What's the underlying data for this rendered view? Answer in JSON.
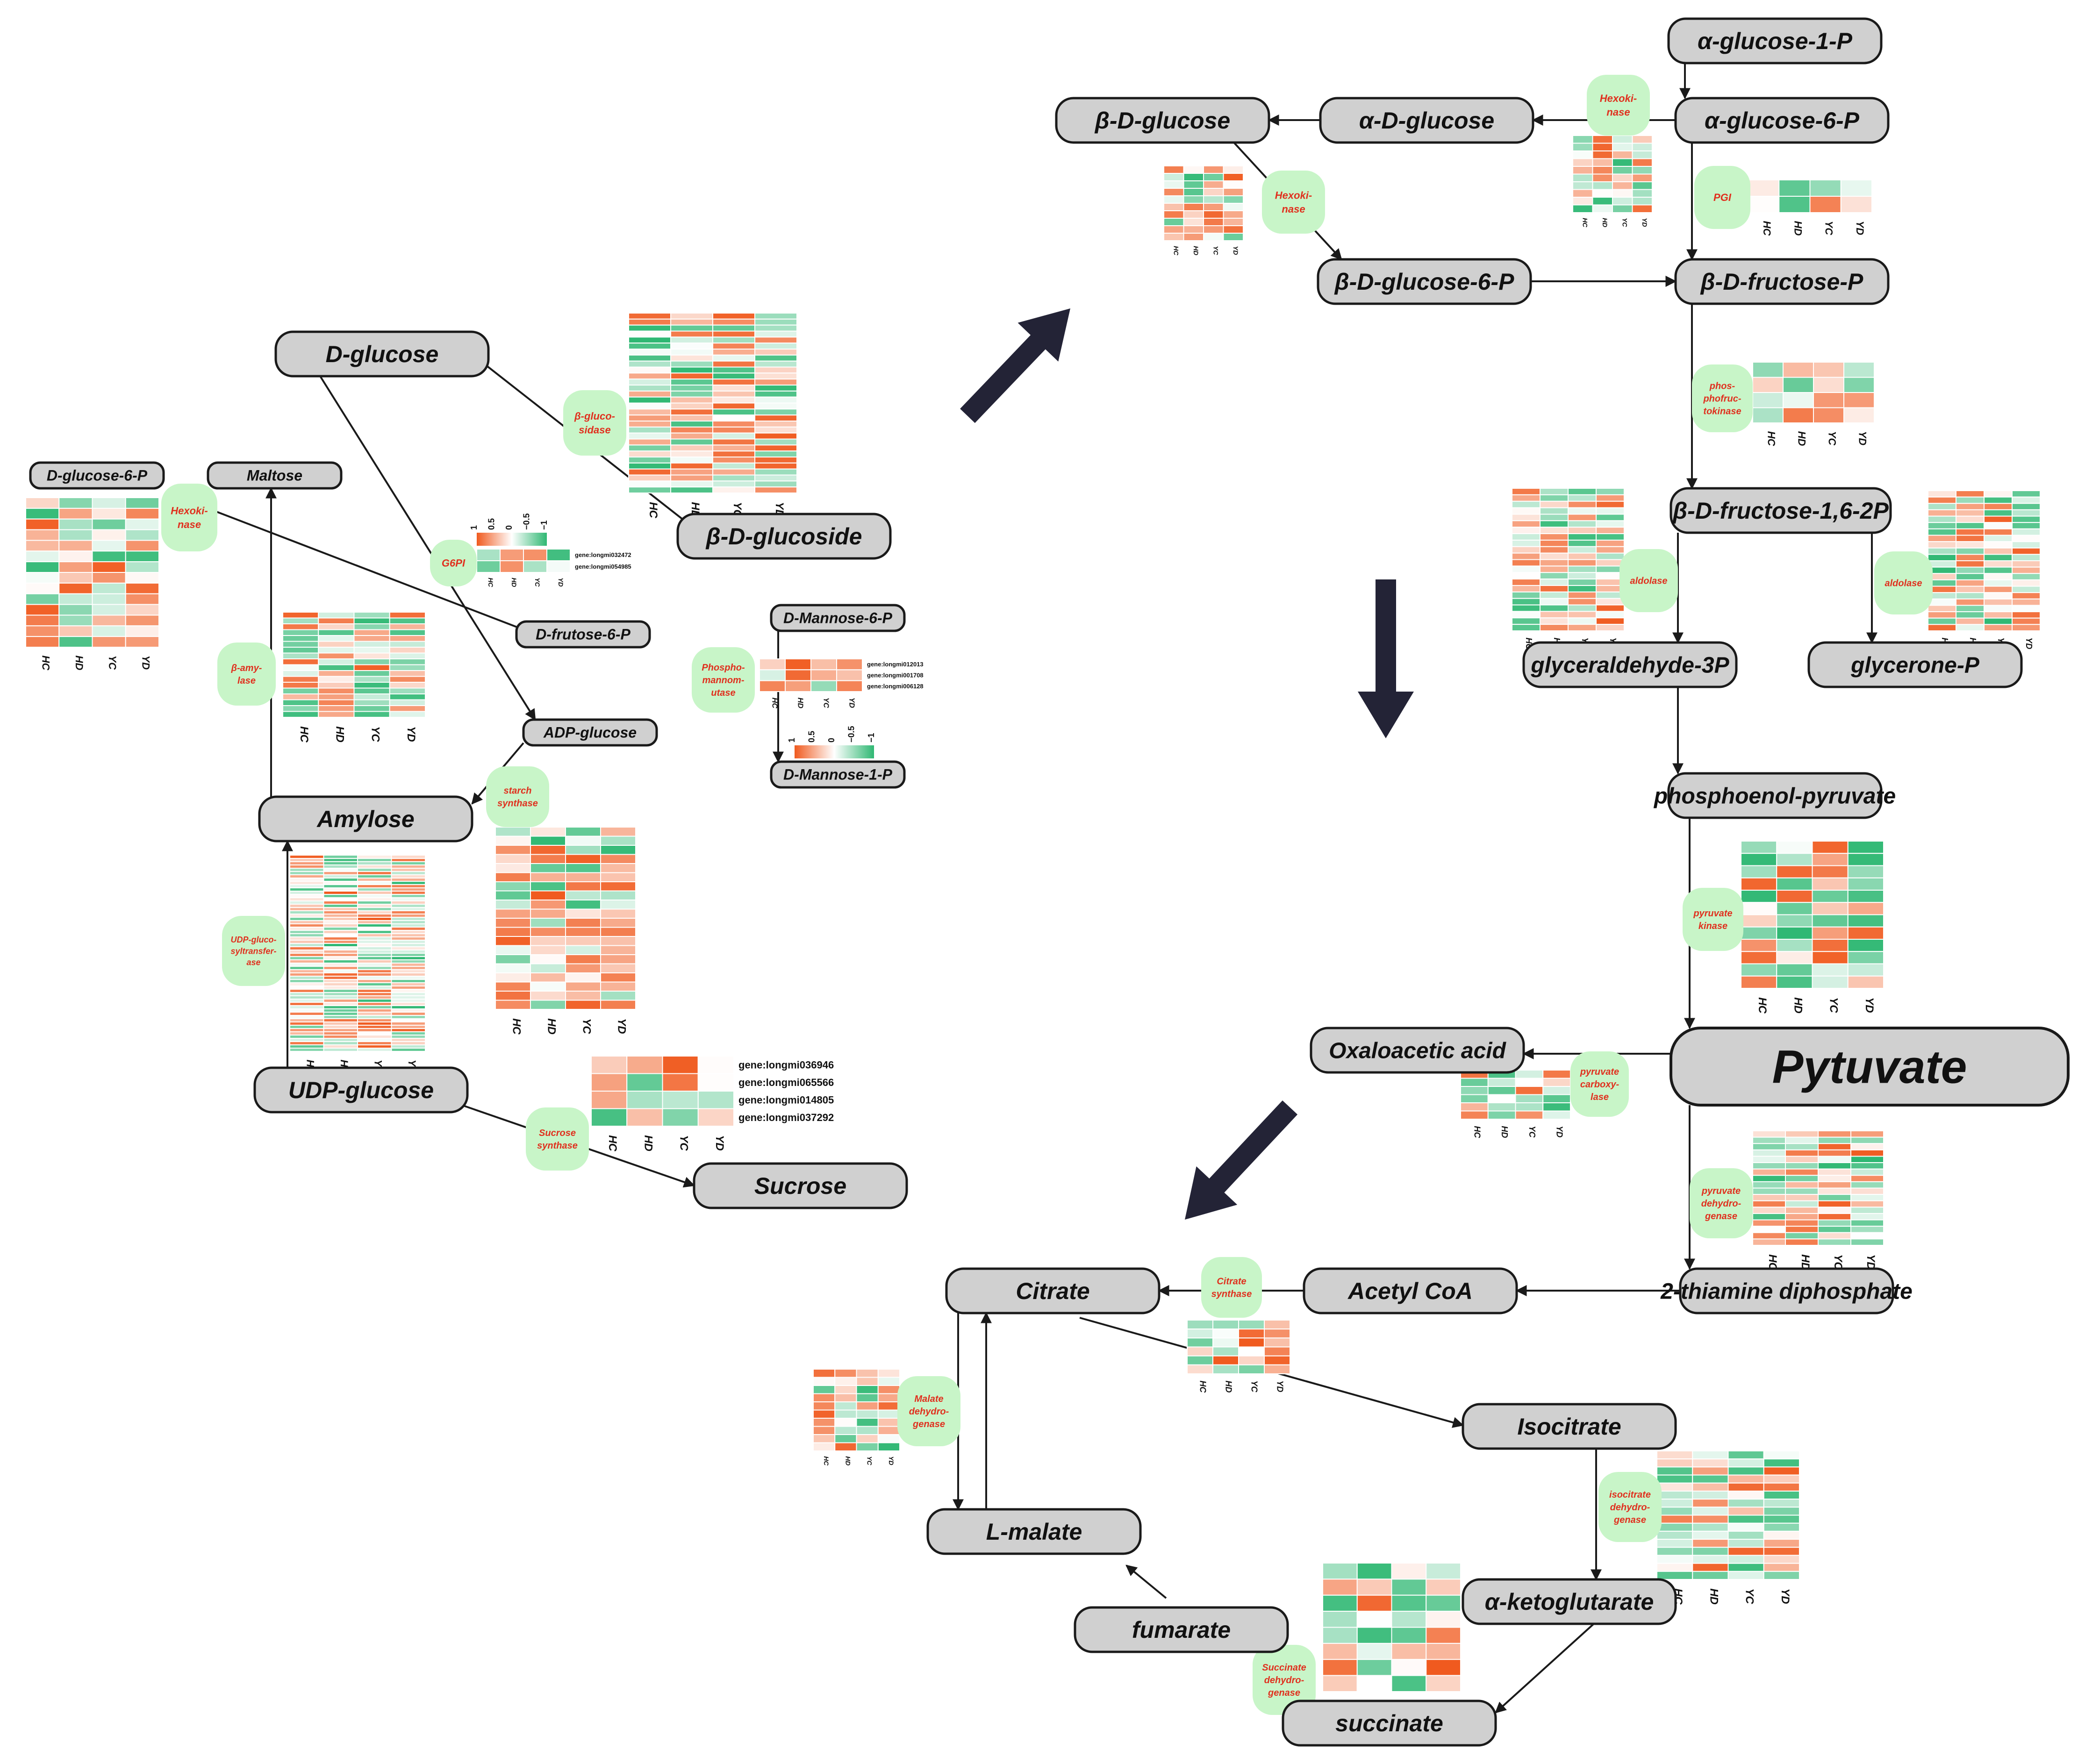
{
  "colors": {
    "high": "#f05a1e",
    "mid": "#ffffff",
    "low": "#2fb873",
    "node_fill": "#d0d0d0",
    "enzyme_fill": "#c8f5c8",
    "enzyme_text": "#e0301e",
    "arrow": "#232336"
  },
  "heatmap_columns": [
    "HC",
    "HD",
    "YC",
    "YD"
  ],
  "nodes": {
    "alpha_glucose_1p": "α-glucose-1-P",
    "alpha_glucose_6p": "α-glucose-6-P",
    "alpha_d_glucose": "α-D-glucose",
    "beta_d_glucose": "β-D-glucose",
    "beta_d_glucose_6p": "β-D-glucose-6-P",
    "beta_d_fructose_p": "β-D-fructose-P",
    "beta_d_fructose_16_2p": "β-D-fructose-1,6-2P",
    "glyceraldehyde_3p": "glyceraldehyde-3P",
    "glycerone_p": "glycerone-P",
    "phosphoenol_pyruvate": "phosphoenol-pyruvate",
    "pytuvate": "Pytuvate",
    "oxaloacetic_acid": "Oxaloacetic acid",
    "thiamine": "2-thiamine diphosphate",
    "acetyl_coa": "Acetyl CoA",
    "citrate": "Citrate",
    "isocitrate": "Isocitrate",
    "alpha_ketoglutarate": "α-ketoglutarate",
    "succinate": "succinate",
    "fumarate": "fumarate",
    "l_malate": "L-malate",
    "d_glucose": "D-glucose",
    "d_glucose_6p": "D-glucose-6-P",
    "maltose": "Maltose",
    "beta_d_glucoside": "β-D-glucoside",
    "d_frutose_6p": "D-frutose-6-P",
    "d_mannose_6p": "D-Mannose-6-P",
    "d_mannose_1p": "D-Mannose-1-P",
    "adp_glucose": "ADP-glucose",
    "amylose": "Amylose",
    "udp_glucose": "UDP-glucose",
    "sucrose": "Sucrose"
  },
  "enzymes": {
    "hexokinase_top": [
      "Hexoki-",
      "nase"
    ],
    "hexokinase_beta": [
      "Hexoki-",
      "nase"
    ],
    "pgi": [
      "PGI"
    ],
    "phosphofructokinase": [
      "phos-",
      "phofruc-",
      "tokinase"
    ],
    "aldolase_left": [
      "aldolase"
    ],
    "aldolase_right": [
      "aldolase"
    ],
    "pyruvate_kinase": [
      "pyruvate",
      "kinase"
    ],
    "pyruvate_carboxylase": [
      "pyruvate",
      "carboxy-",
      "lase"
    ],
    "pyruvate_dehydrogenase": [
      "pyruvate",
      "dehydro-",
      "genase"
    ],
    "citrate_synthase": [
      "Citrate",
      "synthase"
    ],
    "malate_dehydrogenase": [
      "Malate",
      "dehydro-",
      "genase"
    ],
    "isocitrate_dehydrogenase": [
      "isocitrate",
      "dehydro-",
      "genase"
    ],
    "succinate_dehydrogenase": [
      "Succinate",
      "dehydro-",
      "genase"
    ],
    "beta_glucosidase": [
      "β-gluco-",
      "sidase"
    ],
    "hexokinase_left": [
      "Hexoki-",
      "nase"
    ],
    "g6pi": [
      "G6PI"
    ],
    "beta_amylase": [
      "β-amy-",
      "lase"
    ],
    "phosphomannomutase": [
      "Phospho-",
      "mannom-",
      "utase"
    ],
    "starch_synthase": [
      "starch",
      "synthase"
    ],
    "udp_glucosyltransferase": [
      "UDP-gluco-",
      "syltransfer-",
      "ase"
    ],
    "sucrose_synthase": [
      "Sucrose",
      "synthase"
    ]
  },
  "gene_labels": {
    "g6pi": [
      "gene:longmi032472",
      "gene:longmi054985"
    ],
    "phosphomannomutase": [
      "gene:longmi012013",
      "gene:longmi001708",
      "gene:longmi006128"
    ],
    "sucrose_synthase": [
      "gene:longmi036946",
      "gene:longmi065566",
      "gene:longmi014805",
      "gene:longmi037292"
    ]
  },
  "legend_ticks": [
    "1",
    "0.5",
    "0",
    "−0.5",
    "−1"
  ]
}
